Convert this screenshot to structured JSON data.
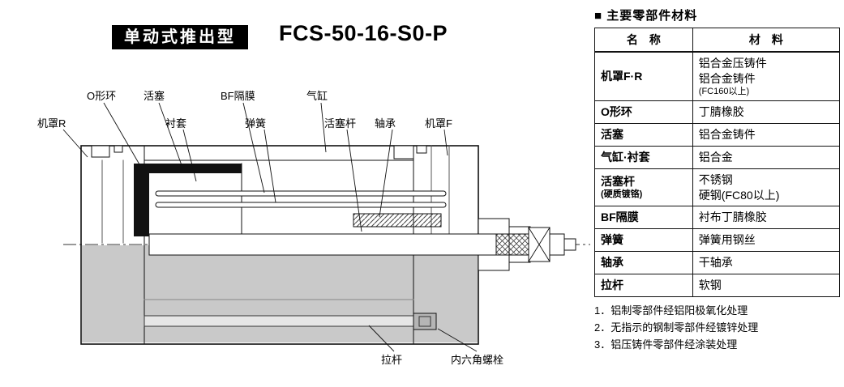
{
  "header": {
    "type_label": "单动式推出型",
    "model": "FCS-50-16-S0-P"
  },
  "diagram": {
    "labels": {
      "cover_r": "机罩R",
      "oring": "O形环",
      "piston": "活塞",
      "bushing": "衬套",
      "bf_diaphragm": "BF隔膜",
      "spring": "弹簧",
      "cylinder": "气缸",
      "piston_rod": "活塞杆",
      "bearing": "轴承",
      "cover_f": "机罩F",
      "tie_rod": "拉杆",
      "hex_socket_bolt": "内六角螺栓"
    }
  },
  "table": {
    "title": "■ 主要零部件材料",
    "header": {
      "name": "名　称",
      "material": "材　料"
    },
    "rows": [
      {
        "name": "机罩F·R",
        "mat1": "铝合金压铸件",
        "mat2": "铝合金铸件",
        "mat_note": "(FC160以上)"
      },
      {
        "name": "O形环",
        "mat": "丁腈橡胶"
      },
      {
        "name": "活塞",
        "mat": "铝合金铸件"
      },
      {
        "name": "气缸·衬套",
        "mat": "铝合金"
      },
      {
        "name": "活塞杆",
        "name_note": "(硬质镀铬)",
        "mat1": "不锈钢",
        "mat2": "硬钢(FC80以上)"
      },
      {
        "name": "BF隔膜",
        "mat": "衬布丁腈橡胶"
      },
      {
        "name": "弹簧",
        "mat": "弹簧用钢丝"
      },
      {
        "name": "轴承",
        "mat": "干轴承"
      },
      {
        "name": "拉杆",
        "mat": "软钢"
      }
    ],
    "notes": [
      "1．铝制零部件经铝阳极氧化处理",
      "2．无指示的钢制零部件经镀锌处理",
      "3．铝压铸件零部件经涂装处理"
    ]
  }
}
